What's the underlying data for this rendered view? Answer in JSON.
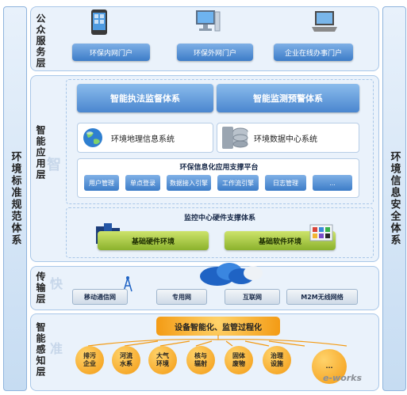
{
  "left_bar": {
    "label": "环境标准规范体系"
  },
  "right_bar": {
    "label": "环境信息安全体系"
  },
  "public_layer": {
    "label": "公众服务层",
    "portals": [
      "环保内网门户",
      "环保外网门户",
      "企业在线办事门户"
    ]
  },
  "app_layer": {
    "label": "智能应用层",
    "watermark": "智",
    "head_systems": [
      "智能执法监督体系",
      "智能监测预警体系"
    ],
    "gis": "环境地理信息系统",
    "data_center": "环境数据中心系统",
    "platform_title": "环保信息化应用支撑平台",
    "modules": [
      "用户管理",
      "单点登录",
      "数据接入引擎",
      "工作流引擎",
      "日志管理",
      "..."
    ],
    "hardware_title": "监控中心硬件支撑体系",
    "hardware_env": "基础硬件环境",
    "software_env": "基础软件环境"
  },
  "transport_layer": {
    "label": "传输层",
    "watermark": "快",
    "networks": [
      "移动通信网",
      "专用网",
      "互联网",
      "M2M无线网络"
    ]
  },
  "perception_layer": {
    "label": "智能感知层",
    "watermark": "准",
    "title": "设备智能化、监管过程化",
    "items": [
      "排污\n企业",
      "河流\n水系",
      "大气\n环境",
      "核与\n辐射",
      "固体\n废物",
      "治理\n设施",
      "..."
    ]
  },
  "watermark_logo": "e-works",
  "colors": {
    "blue_button": "#3c7cc8",
    "green_button": "#8bb22c",
    "orange": "#f39a13",
    "layer_bg": "#eaf2fb"
  }
}
